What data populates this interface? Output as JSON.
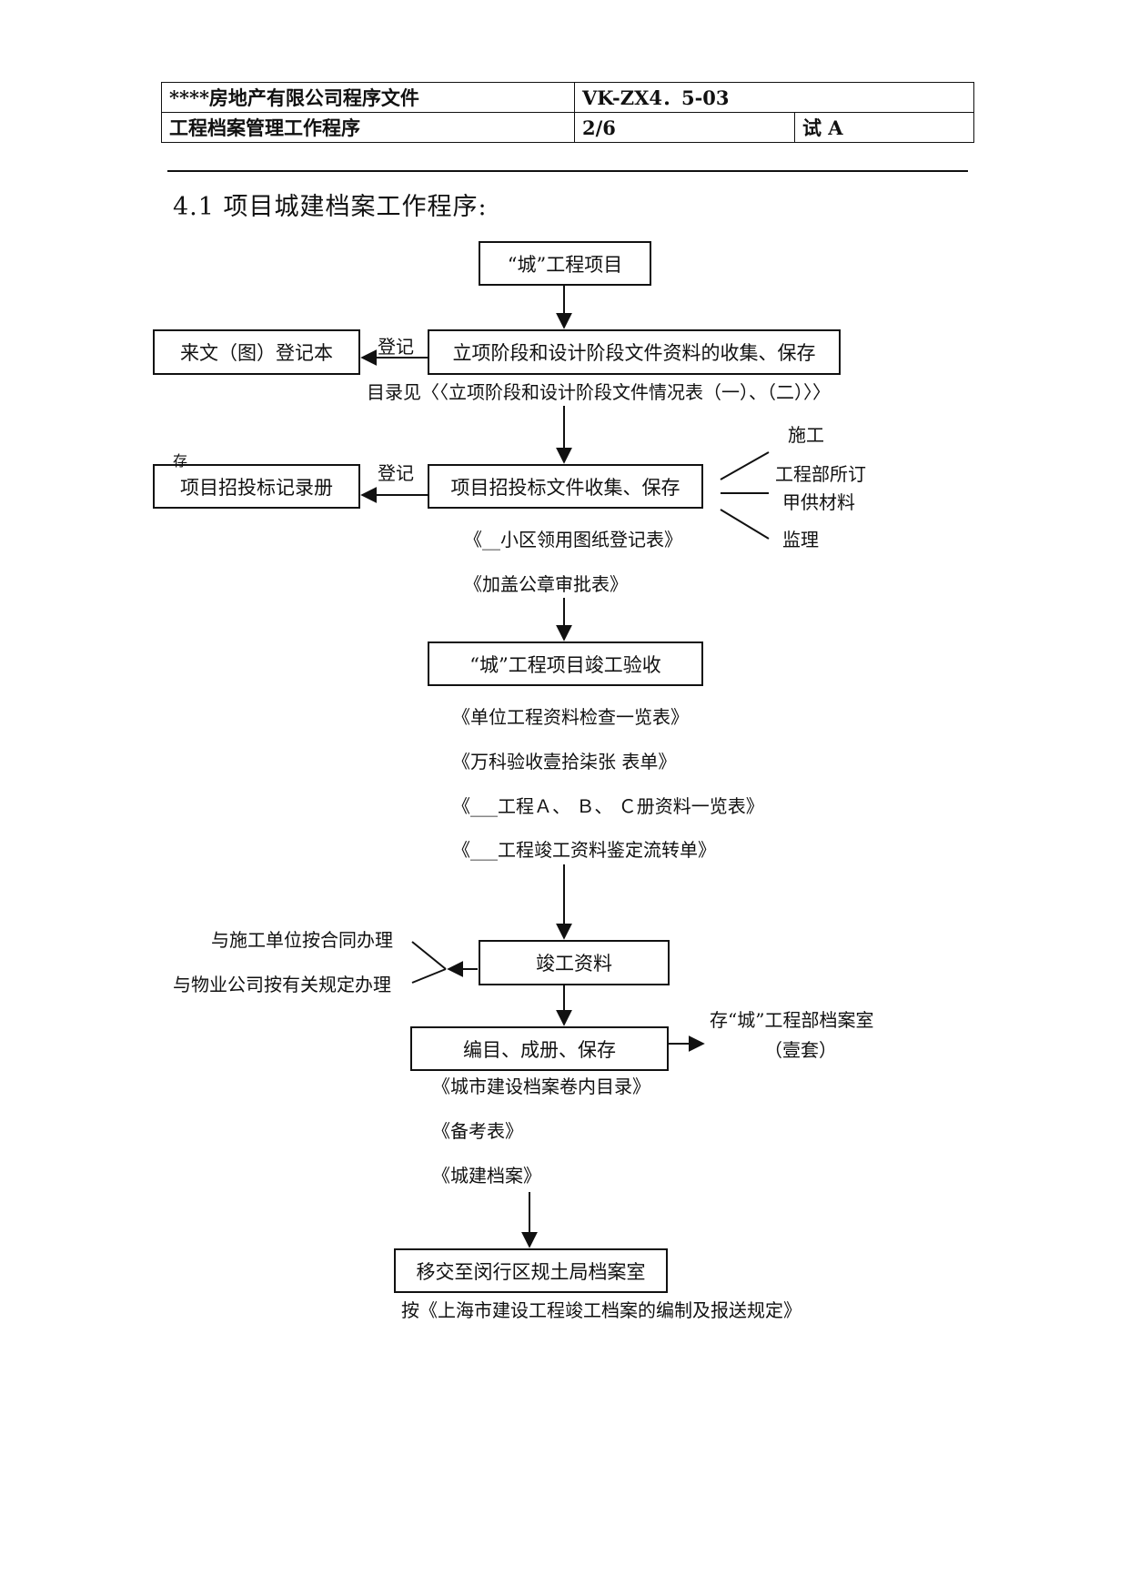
{
  "header": {
    "company_doc": "****房地产有限公司程序文件",
    "doc_code": "VK-ZX4．5-03",
    "procedure_name": "工程档案管理工作程序",
    "page": "2/6",
    "version": "试 A"
  },
  "section_title": "4.1 项目城建档案工作程序:",
  "nodes": {
    "project": "“城”工程项目",
    "collect_design": "立项阶段和设计阶段文件资料的收集、保存",
    "incoming_register": "来文（图）登记本",
    "bid_collect": "项目招投标文件收集、保存",
    "bid_register": "项目招投标记录册",
    "completion_acceptance": "“城”工程项目竣工验收",
    "completion_docs": "竣工资料",
    "catalog": "编目、成册、保存",
    "transfer": "移交至闵行区规土局档案室"
  },
  "labels": {
    "register_1": "登记",
    "register_2": "登记",
    "catalog_ref": "目录见〈〈立项阶段和设计阶段文件情况表（一）、（二）〉〉",
    "stray_mark": "存",
    "branch_construction": "施工",
    "branch_dept": "工程部所订",
    "branch_material": "甲供材料",
    "branch_supervision": "监理",
    "form_drawing_register": "《__小区领用图纸登记表》",
    "form_seal_approval": "《加盖公章审批表》",
    "form_unit_check": "《单位工程资料检查一览表》",
    "form_vanke_acceptance": "《万科验收壹拾柒张  表单》",
    "form_abc_list": "《___工程Ａ、 Ｂ、 Ｃ册资料一览表》",
    "form_appraisal": "《___工程竣工资料鉴定流转单》",
    "handle_contractor": "与施工单位按合同办理",
    "handle_property": "与物业公司按有关规定办理",
    "store_dept": "存“城”工程部档案室",
    "store_qty": "（壹套）",
    "form_catalog": "《城市建设档案卷内目录》",
    "form_reference": "《备考表》",
    "form_city_archive": "《城建档案》",
    "basis": "按《上海市建设工程竣工档案的编制及报送规定》"
  }
}
